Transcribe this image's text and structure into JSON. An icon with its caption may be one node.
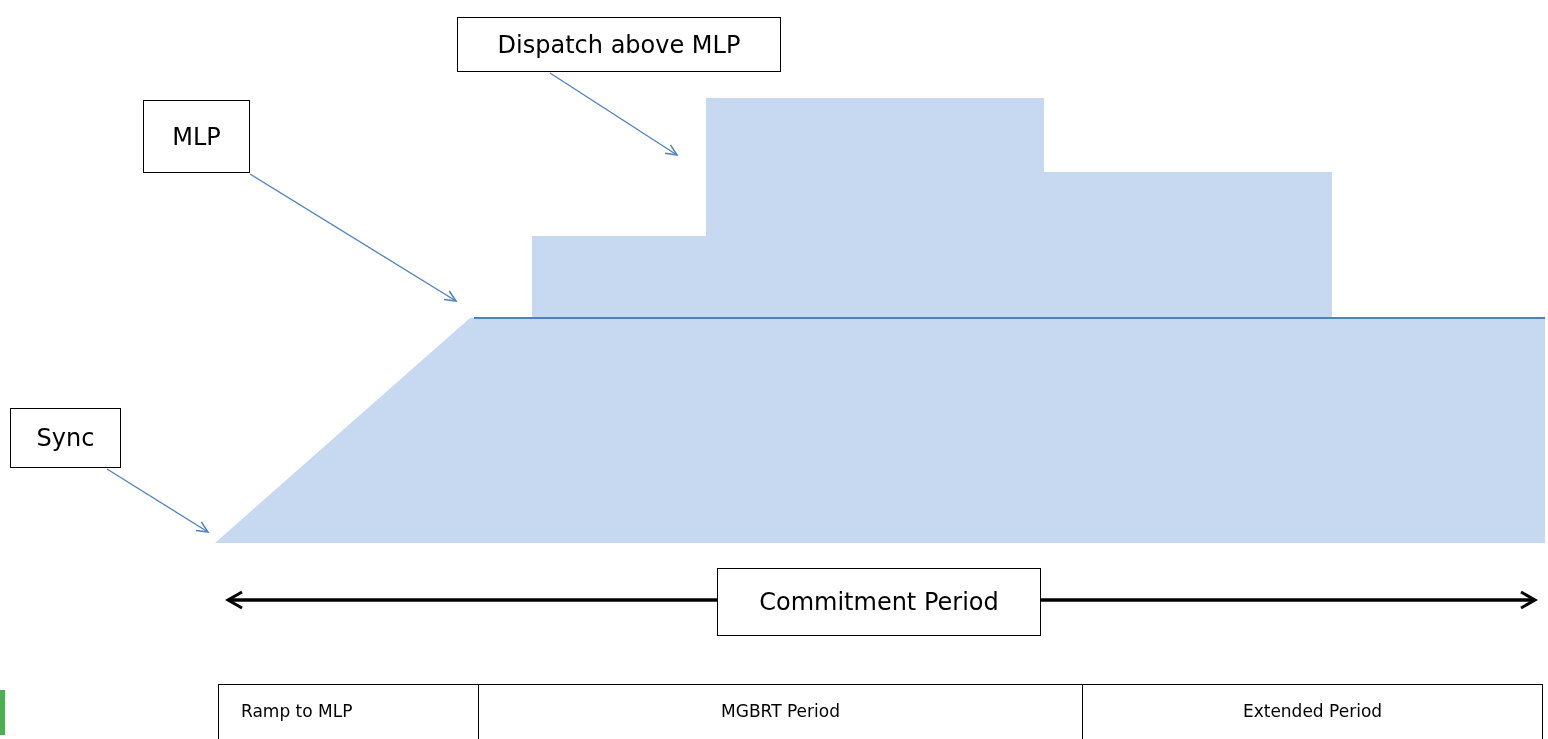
{
  "diagram": {
    "nodes": [
      {
        "text": [
          "Dispatch above MLP"
        ]
      },
      {
        "text": [
          "MLP"
        ]
      },
      {
        "text": [
          "Sync"
        ]
      },
      {
        "text": [
          "Commitment Period"
        ]
      }
    ],
    "edges": [
      {
        "from": 0,
        "to": null,
        "arrow": "to"
      },
      {
        "from": 1,
        "to": null,
        "arrow": "to"
      },
      {
        "from": 2,
        "to": null,
        "arrow": "to"
      }
    ],
    "labels": [
      "Ramp to MLP",
      "MGBRT Period",
      "Extended Period"
    ]
  }
}
